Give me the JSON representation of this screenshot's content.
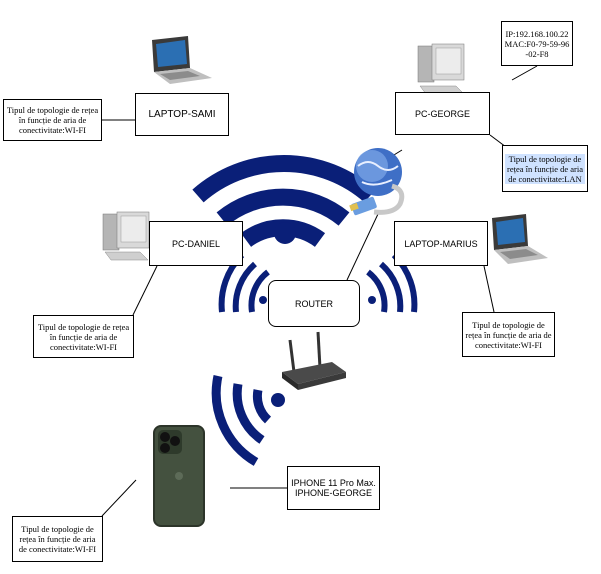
{
  "colors": {
    "wifi": "#0a1f78",
    "line": "#000000"
  },
  "nodes": {
    "laptop_sami": "LAPTOP-SAMI",
    "pc_george": "PC-GEORGE",
    "pc_daniel": "PC-DANIEL",
    "laptop_marius": "LAPTOP-MARIUS",
    "router": "ROUTER",
    "iphone_line1": "IPHONE 11 Pro Max.",
    "iphone_line2": "IPHONE-GEORGE"
  },
  "notes": {
    "wifi_sami": "Tipul de topologie de rețea în funcție de aria de conectivitate:WI-FI",
    "lan_george": "Tipul de topologie de rețea în funcție de aria de conectivitate:LAN",
    "wifi_daniel": "Tipul de topologie de rețea în funcție de aria de conectivitate:WI-FI",
    "wifi_marius": "Tipul de topologie de rețea în funcție de aria de conectivitate:WI-FI",
    "wifi_iphone": "Tipul de topologie de rețea în funcție de aria de conectivitate:WI-FI"
  },
  "pc_george_info": {
    "ip": "IP:192.168.100.22",
    "mac": "MAC:F0-79-59-96-02-F8"
  },
  "icons": [
    "laptop-icon",
    "desktop-pc-icon",
    "globe-network-icon",
    "wifi-icon",
    "router-icon",
    "smartphone-icon"
  ]
}
